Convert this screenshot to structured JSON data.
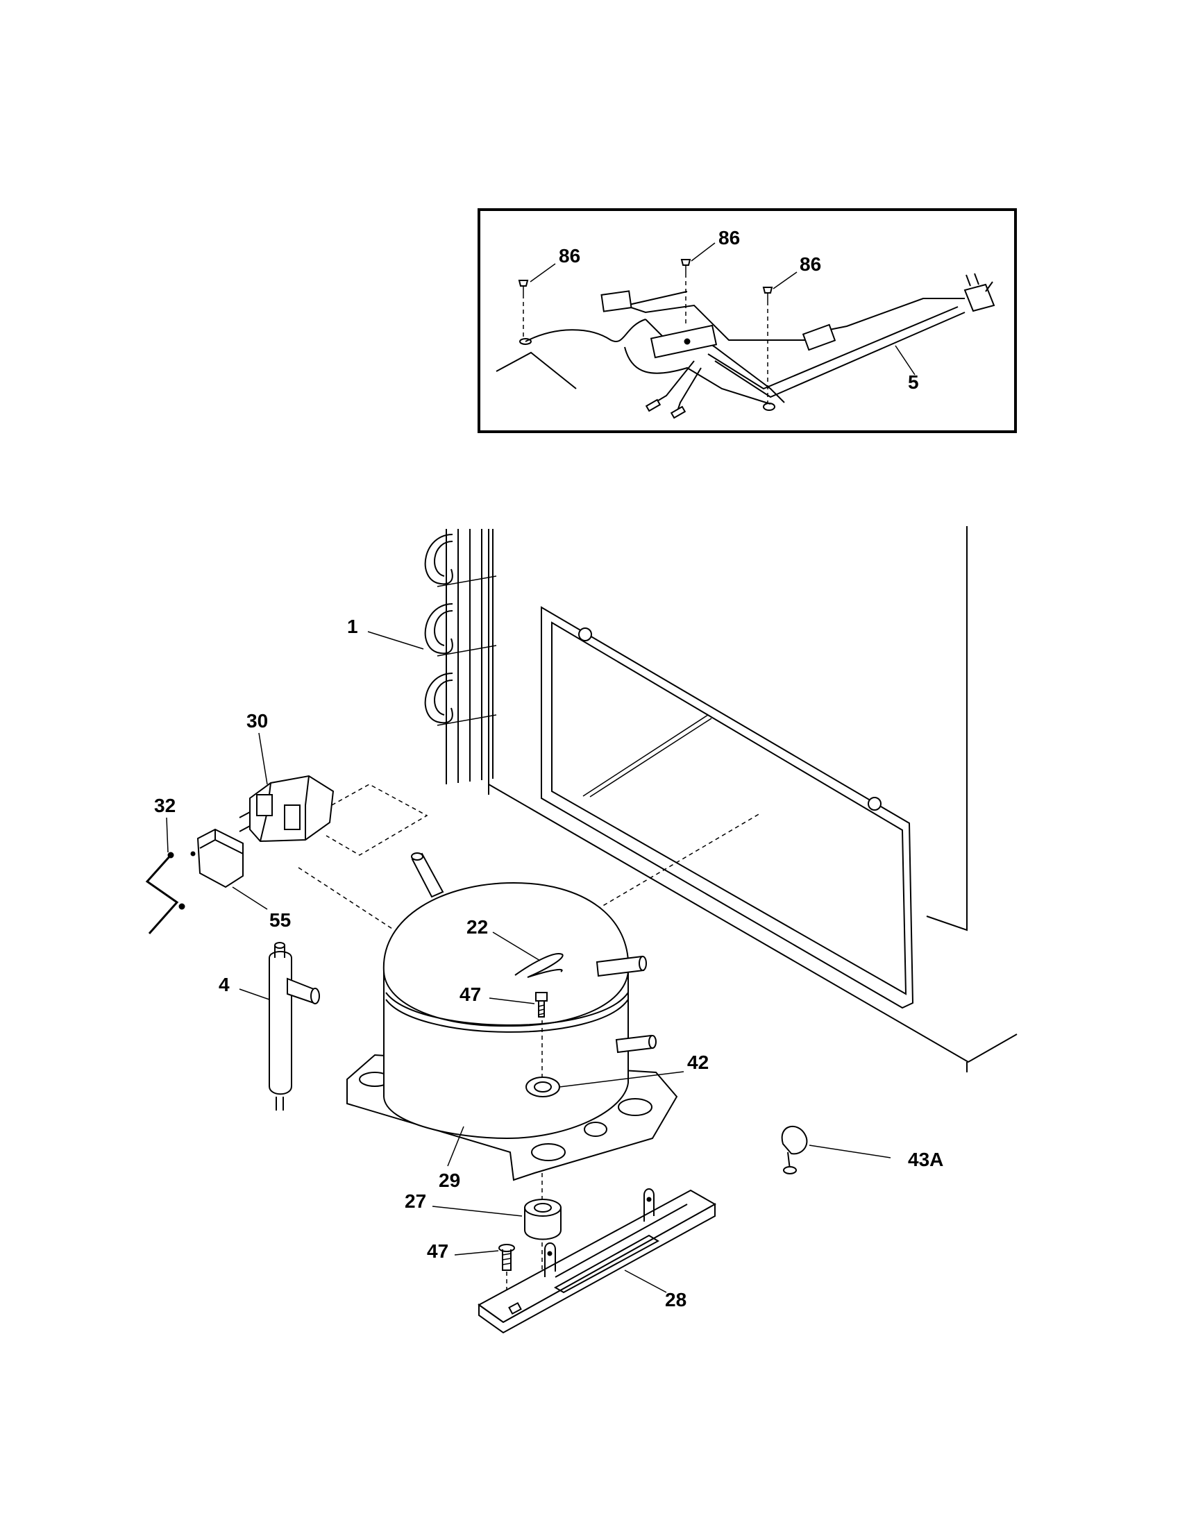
{
  "callouts": {
    "c86a": "86",
    "c86b": "86",
    "c86c": "86",
    "c5": "5",
    "c1": "1",
    "c30": "30",
    "c32": "32",
    "c55": "55",
    "c22": "22",
    "c47a": "47",
    "c4": "4",
    "c42": "42",
    "c29": "29",
    "c43a": "43A",
    "c27": "27",
    "c47b": "47",
    "c28": "28"
  }
}
